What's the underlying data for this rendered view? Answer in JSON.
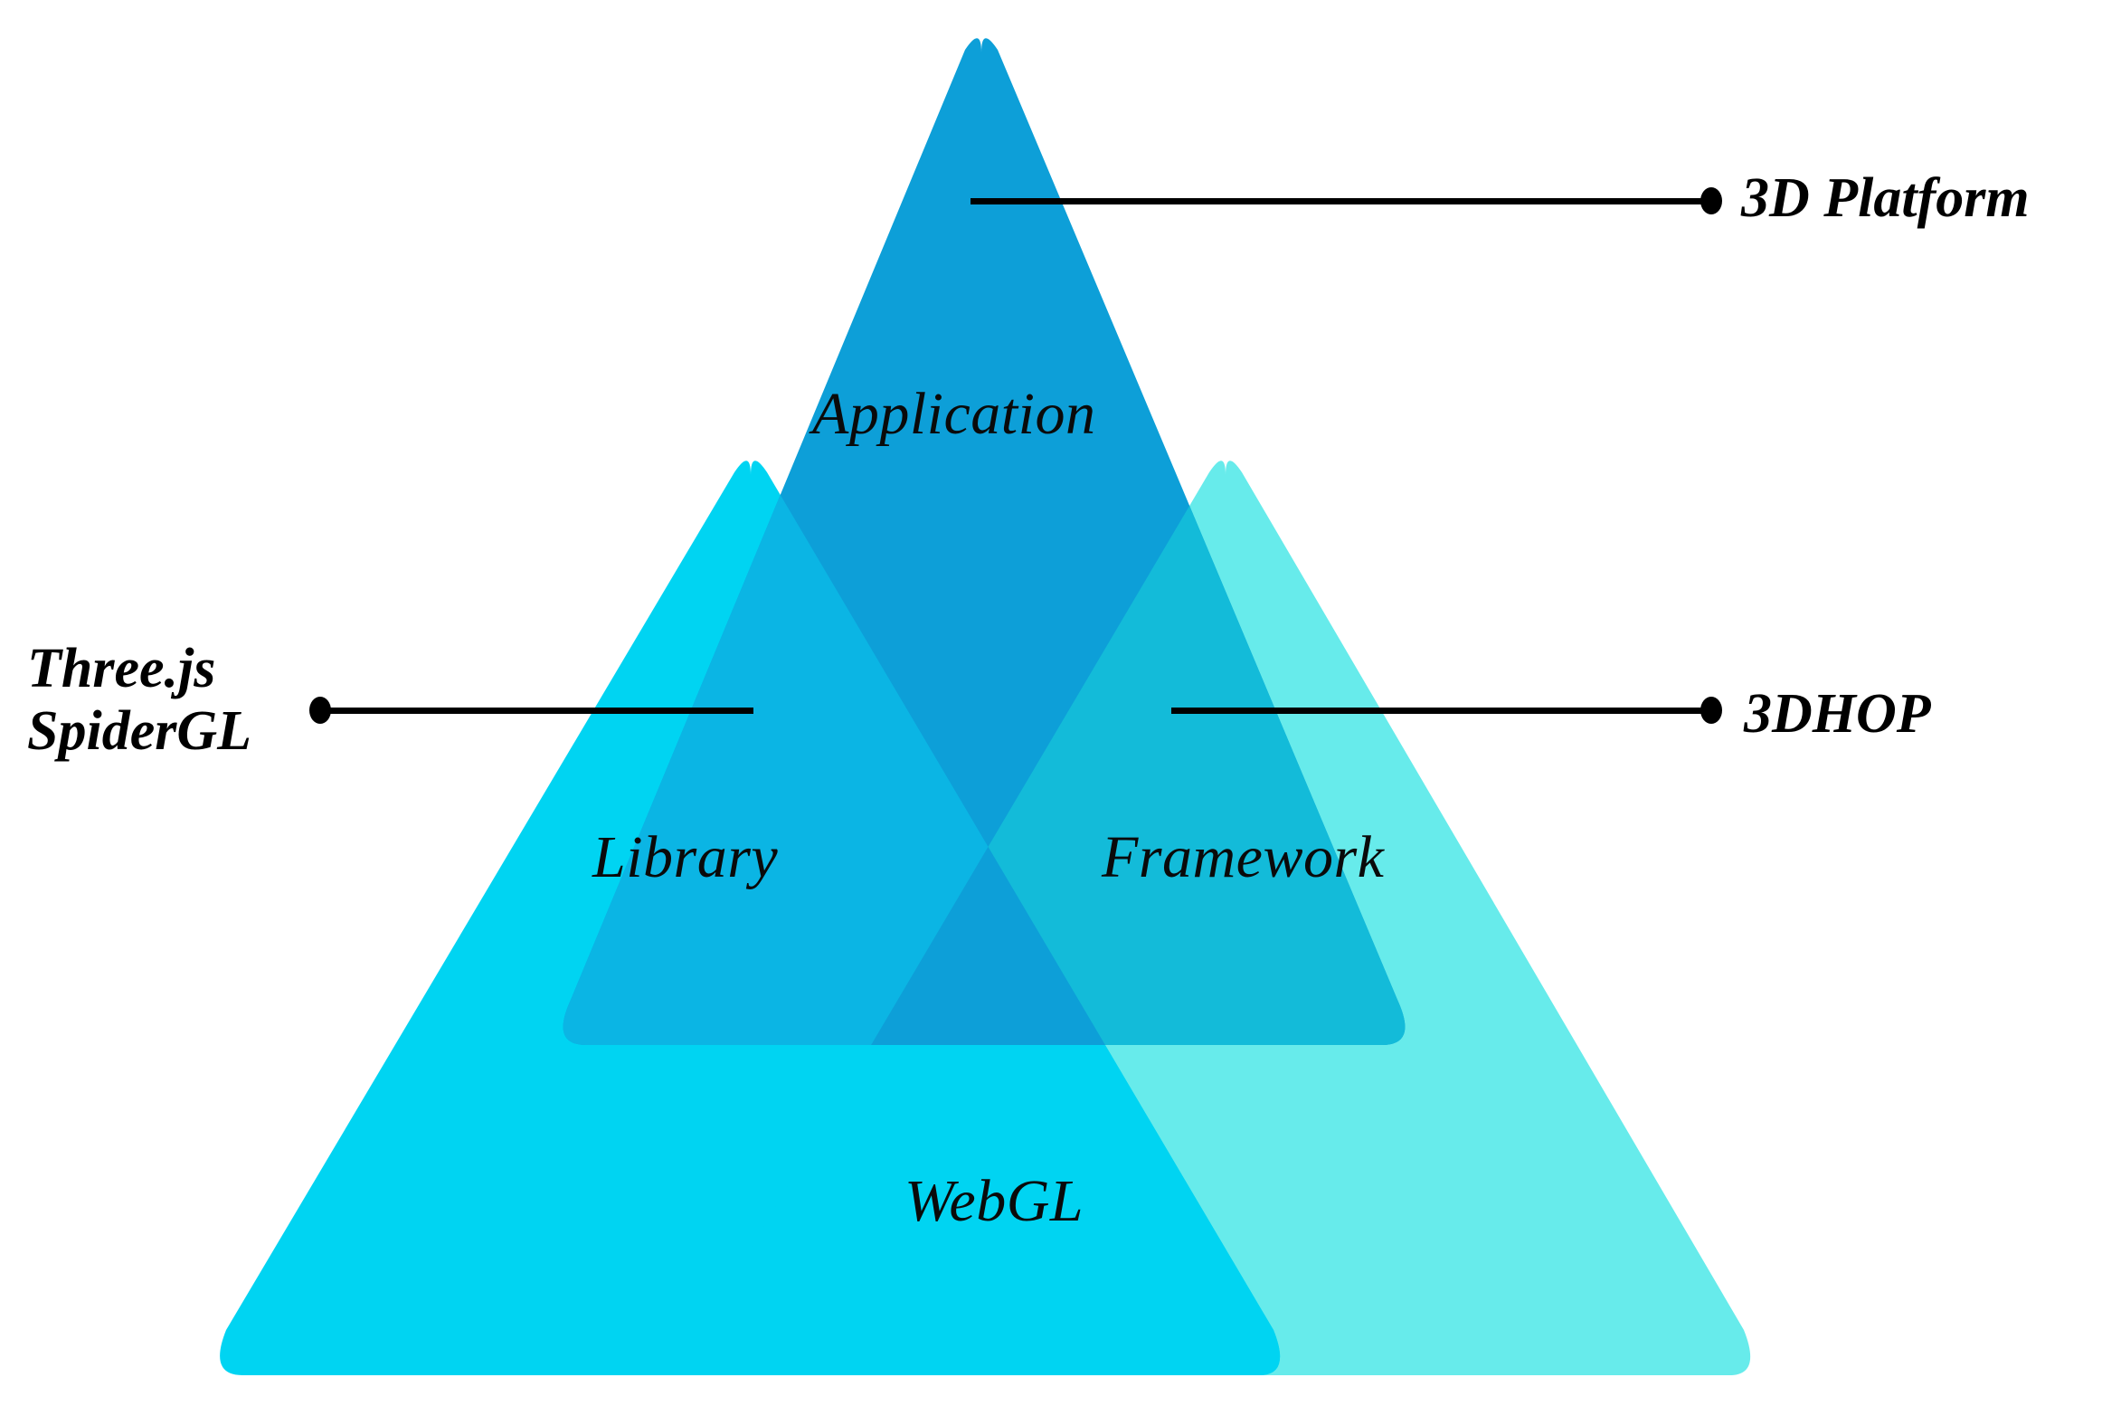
{
  "diagram": {
    "type": "venn-triangles",
    "title": "",
    "background": "#ffffff",
    "triangles": [
      {
        "id": "application",
        "label": "Application",
        "color": "#0d9fd8",
        "apex": [
          1085,
          28
        ],
        "base_left": [
          640,
          1155
        ],
        "base_right": [
          1540,
          1155
        ]
      },
      {
        "id": "library",
        "label": "Library",
        "color": "#00cdf0",
        "apex": [
          830,
          495
        ],
        "base_left": [
          230,
          1520
        ],
        "base_right": [
          1425,
          1520
        ]
      },
      {
        "id": "framework",
        "label": "Framework",
        "color": "#2ee6e6",
        "apex": [
          1355,
          495
        ],
        "base_left": [
          760,
          1520
        ],
        "base_right": [
          1945,
          1520
        ]
      },
      {
        "id": "webgl",
        "label": "WebGL",
        "color": "#00d4f2"
      }
    ],
    "labels": {
      "application": "Application",
      "library": "Library",
      "framework": "Framework",
      "webgl": "WebGL"
    },
    "callouts": [
      {
        "id": "3d-platform",
        "text": "3D Platform",
        "side": "right",
        "points_to": "application"
      },
      {
        "id": "3dhop",
        "text": "3DHOP",
        "side": "right",
        "points_to": "framework"
      },
      {
        "id": "three-spidergl",
        "text_line1": "Three.js",
        "text_line2": "SpiderGL",
        "side": "left",
        "points_to": "library"
      }
    ],
    "colors": {
      "application_blue": "#0d9fd8",
      "library_cyan": "#00cdf0",
      "framework_teal": "#2ee6e6",
      "framework_light": "#67ebeb",
      "webgl_cyan": "#00d4f2",
      "overlap_app_library": "#0cb3e0",
      "overlap_app_framework": "#12b9d8",
      "leader_line": "#000000",
      "text_black": "#000000"
    }
  }
}
